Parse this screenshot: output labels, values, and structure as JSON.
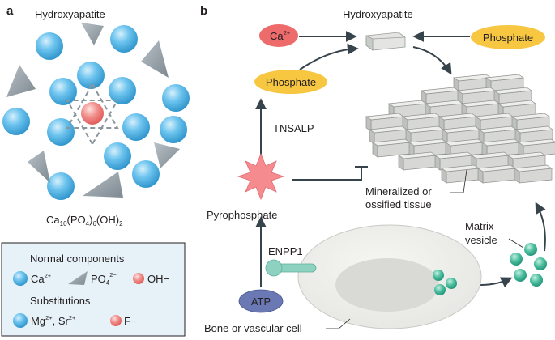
{
  "panels": {
    "a": {
      "label": "a",
      "title": "Hydroxyapatite",
      "formula": {
        "p1": "Ca",
        "s1": "10",
        "p2": "(PO",
        "s2": "4",
        "p3": ")",
        "s3": "6",
        "p4": "(OH)",
        "s4": "2"
      },
      "legend": {
        "normal_heading": "Normal components",
        "ca_label": "Ca",
        "ca_charge": "2+",
        "po4_label": "PO",
        "po4_sub": "4",
        "po4_charge": "2−",
        "oh_label": "OH−",
        "subst_heading": "Substitutions",
        "mg_label": "Mg",
        "mg_charge": "2+",
        "sr_label": ", Sr",
        "sr_charge": "2+",
        "f_label": "F−"
      }
    },
    "b": {
      "label": "b",
      "hydroxyapatite": "Hydroxyapatite",
      "ca_label": "Ca",
      "ca_charge": "2+",
      "phosphate_right": "Phosphate",
      "phosphate_left": "Phosphate",
      "tnsalp": "TNSALP",
      "pyrophosphate": "Pyrophosphate",
      "mineralized_1": "Mineralized or",
      "mineralized_2": "ossified tissue",
      "enpp1": "ENPP1",
      "atp": "ATP",
      "matrix_1": "Matrix",
      "matrix_2": "vesicle",
      "cell": "Bone or vascular cell"
    }
  },
  "colors": {
    "ion_blue": "#4fb0e0",
    "phosphate_gray": "#8f9aa3",
    "oh_pink": "#ea6d6d",
    "ca_bubble": "#ee6b6b",
    "phosphate_yellow": "#f7c741",
    "atp_blue": "#6a79b4",
    "enpp1_green": "#8ed1c1",
    "vesicle_green": "#3fb394",
    "crystal_gray": "#d7d8d6",
    "cell_gray": "#ecece9",
    "arrow": "#38444c",
    "legend_bg": "#e6f1f8"
  }
}
